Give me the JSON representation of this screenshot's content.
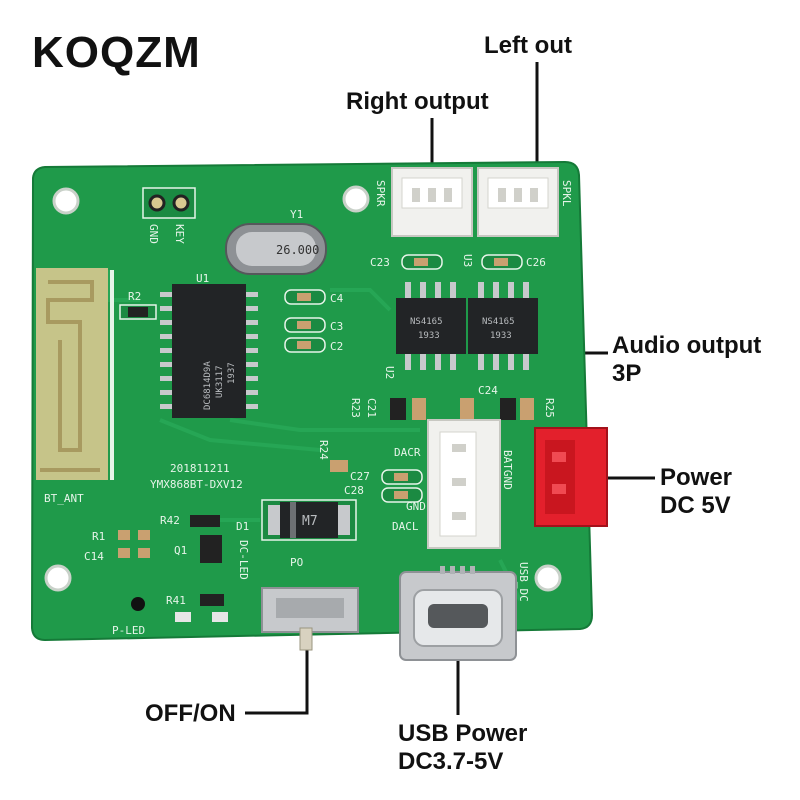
{
  "brand": {
    "logo_text": "KOQZM"
  },
  "callouts": {
    "left_out": "Left out",
    "right_output": "Right output",
    "audio_output_line1": "Audio output",
    "audio_output_line2": "3P",
    "power_line1": "Power",
    "power_line2": "DC 5V",
    "off_on": "OFF/ON",
    "usb_power_line1": "USB Power",
    "usb_power_line2": "DC3.7-5V"
  },
  "board": {
    "model_line1": "201811211",
    "model_line2": "YMX868BT-DXV12",
    "crystal": "26.000",
    "u1_chip": [
      "DC6814D9A",
      "UK3117",
      "1937"
    ],
    "amp_chip_left": [
      "NS4165",
      "1933"
    ],
    "amp_chip_right": [
      "NS4165",
      "1933"
    ],
    "diode": "M7",
    "silk": {
      "gnd": "GND",
      "key": "KEY",
      "y1": "Y1",
      "u1": "U1",
      "r2": "R2",
      "c4": "C4",
      "c3": "C3",
      "c2": "C2",
      "spkr": "SPKR",
      "spkl": "SPKL",
      "c23": "C23",
      "c26": "C26",
      "u3": "U3",
      "u2": "U2",
      "c21": "C21",
      "r23": "R23",
      "c24": "C24",
      "r25": "R25",
      "r24": "R24",
      "c27": "C27",
      "c28": "C28",
      "dacr": "DACR",
      "gnd2": "GND",
      "dacl": "DACL",
      "batgnd": "BATGND",
      "bt_ant": "BT_ANT",
      "r1": "R1",
      "c14": "C14",
      "r42": "R42",
      "q1": "Q1",
      "d1": "D1",
      "dc_led": "DC-LED",
      "po": "PO",
      "r41": "R41",
      "p_led": "P-LED",
      "usb_dc": "USB_DC"
    }
  },
  "colors": {
    "pcb_green": "#1f9a4a",
    "pcb_dark": "#167a39",
    "silkscreen": "#e6f4e9",
    "chip_black": "#222426",
    "connector_white": "#f1f1ee",
    "power_connector_red": "#e3202c",
    "metal": "#c7c9cc"
  }
}
